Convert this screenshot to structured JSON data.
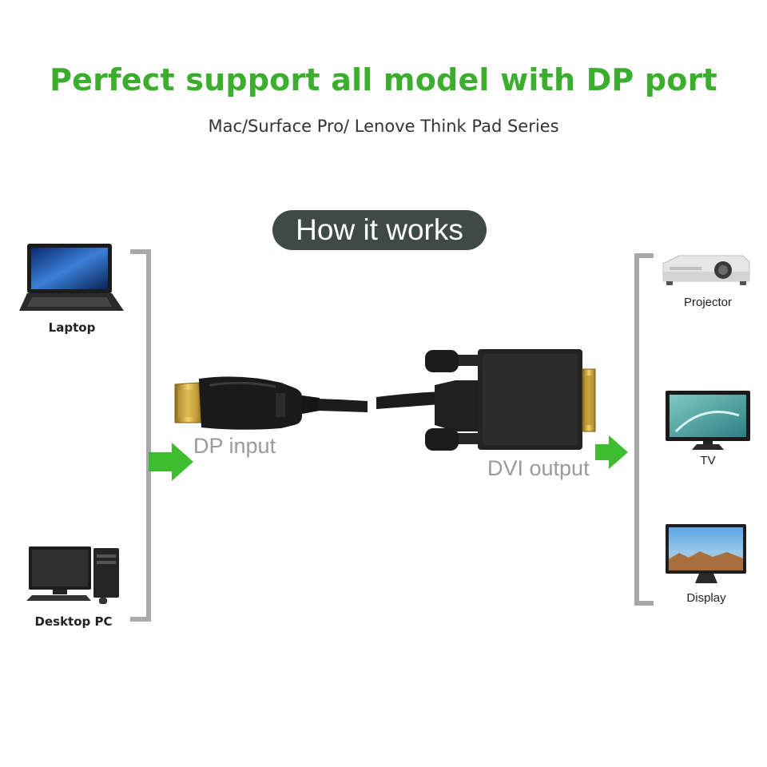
{
  "header": {
    "title": "Perfect support all model with DP port",
    "subtitle": "Mac/Surface Pro/ Lenove Think Pad Series"
  },
  "how_it_works": "How it works",
  "inputs": [
    {
      "label": "Laptop",
      "icon": "laptop-icon"
    },
    {
      "label": "Desktop PC",
      "icon": "desktop-pc-icon"
    }
  ],
  "cable": {
    "input_label": "DP input",
    "output_label": "DVI output"
  },
  "outputs": [
    {
      "label": "Projector",
      "icon": "projector-icon"
    },
    {
      "label": "TV",
      "icon": "tv-icon"
    },
    {
      "label": "Display",
      "icon": "display-icon"
    }
  ],
  "colors": {
    "title_green": "#3cae2e",
    "arrow_green": "#3dbd2f",
    "pill_bg": "#3f4a47",
    "bracket_gray": "#a9a9a9",
    "label_gray": "#9a9a9a"
  }
}
